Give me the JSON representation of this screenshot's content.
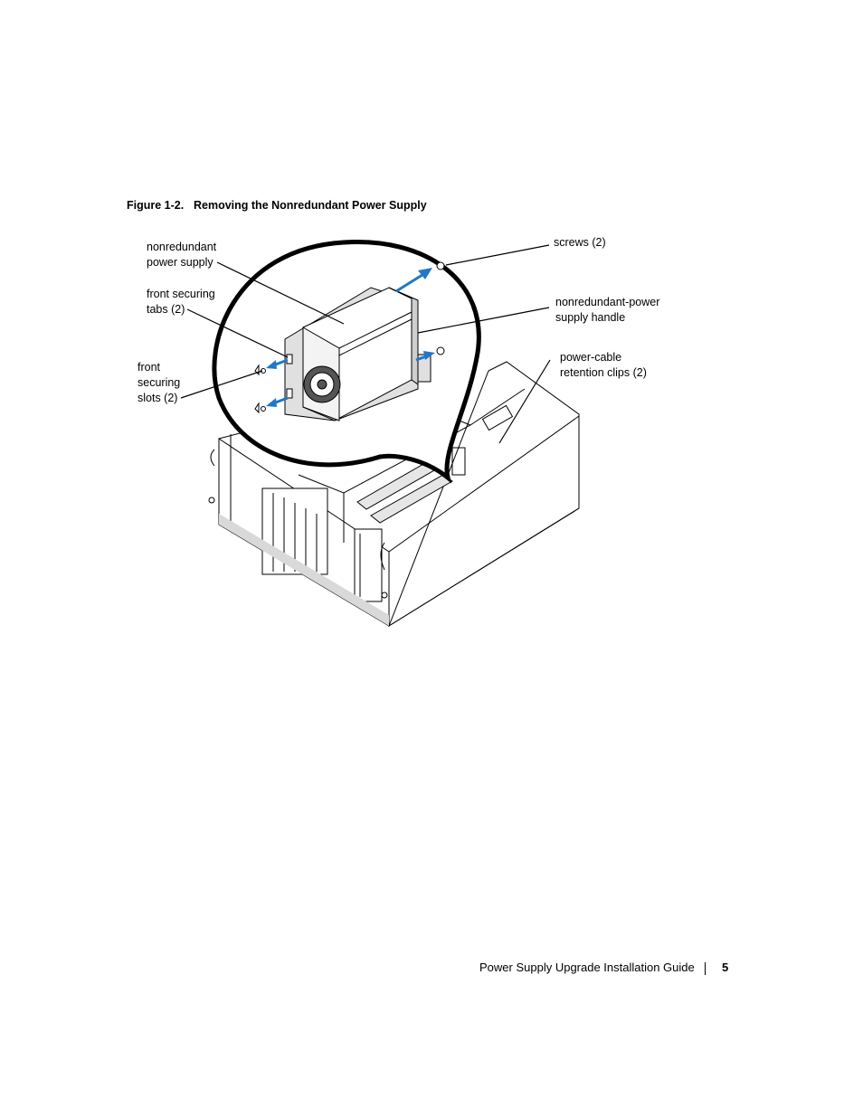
{
  "figure": {
    "number": "Figure 1-2.",
    "title": "Removing the Nonredundant Power Supply"
  },
  "callouts": {
    "nonredundant_power_supply": [
      "nonredundant",
      "power supply"
    ],
    "front_securing_tabs": [
      "front securing",
      "tabs (2)"
    ],
    "front_securing_slots": [
      "front",
      "securing",
      "slots (2)"
    ],
    "screws": [
      "screws (2)"
    ],
    "handle": [
      "nonredundant-power",
      "supply handle"
    ],
    "retention_clips": [
      "power-cable",
      "retention clips (2)"
    ]
  },
  "footer": {
    "title": "Power Supply Upgrade Installation Guide",
    "page": "5"
  },
  "colors": {
    "arrow": "#1f78c8",
    "ink": "#000000",
    "shade": "#c8c8c8"
  }
}
